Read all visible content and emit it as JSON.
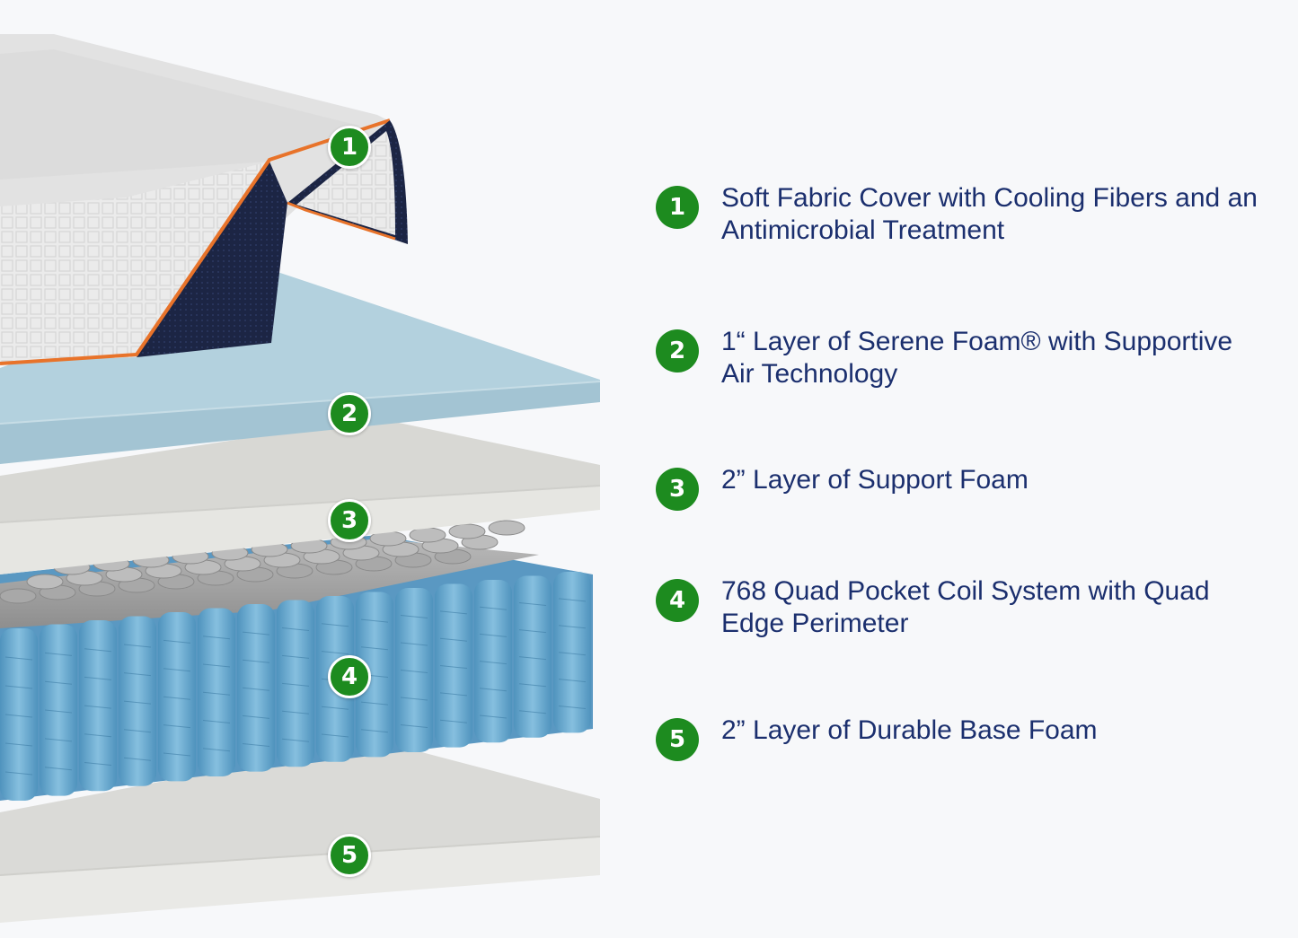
{
  "colors": {
    "marker_green": "#1d8b1f",
    "label_navy": "#1b2f6e",
    "cover_navy": "#1a2340",
    "cover_trim_orange": "#e8732a",
    "serene_foam_blue": "#b5d3df",
    "coil_blue": "#66a8cf",
    "support_foam_gray": "#e1e1dd"
  },
  "illustration": {
    "markers": [
      "1",
      "2",
      "3",
      "4",
      "5"
    ]
  },
  "layers": [
    {
      "number": "1",
      "label": "Soft Fabric Cover with Cooling Fibers and an Antimicrobial Treatment"
    },
    {
      "number": "2",
      "label": "1“ Layer of Serene Foam® with Supportive Air Technology"
    },
    {
      "number": "3",
      "label": "2” Layer of Support Foam"
    },
    {
      "number": "4",
      "label": "768 Quad Pocket Coil System with Quad Edge Perimeter"
    },
    {
      "number": "5",
      "label": "2” Layer of Durable Base Foam"
    }
  ]
}
